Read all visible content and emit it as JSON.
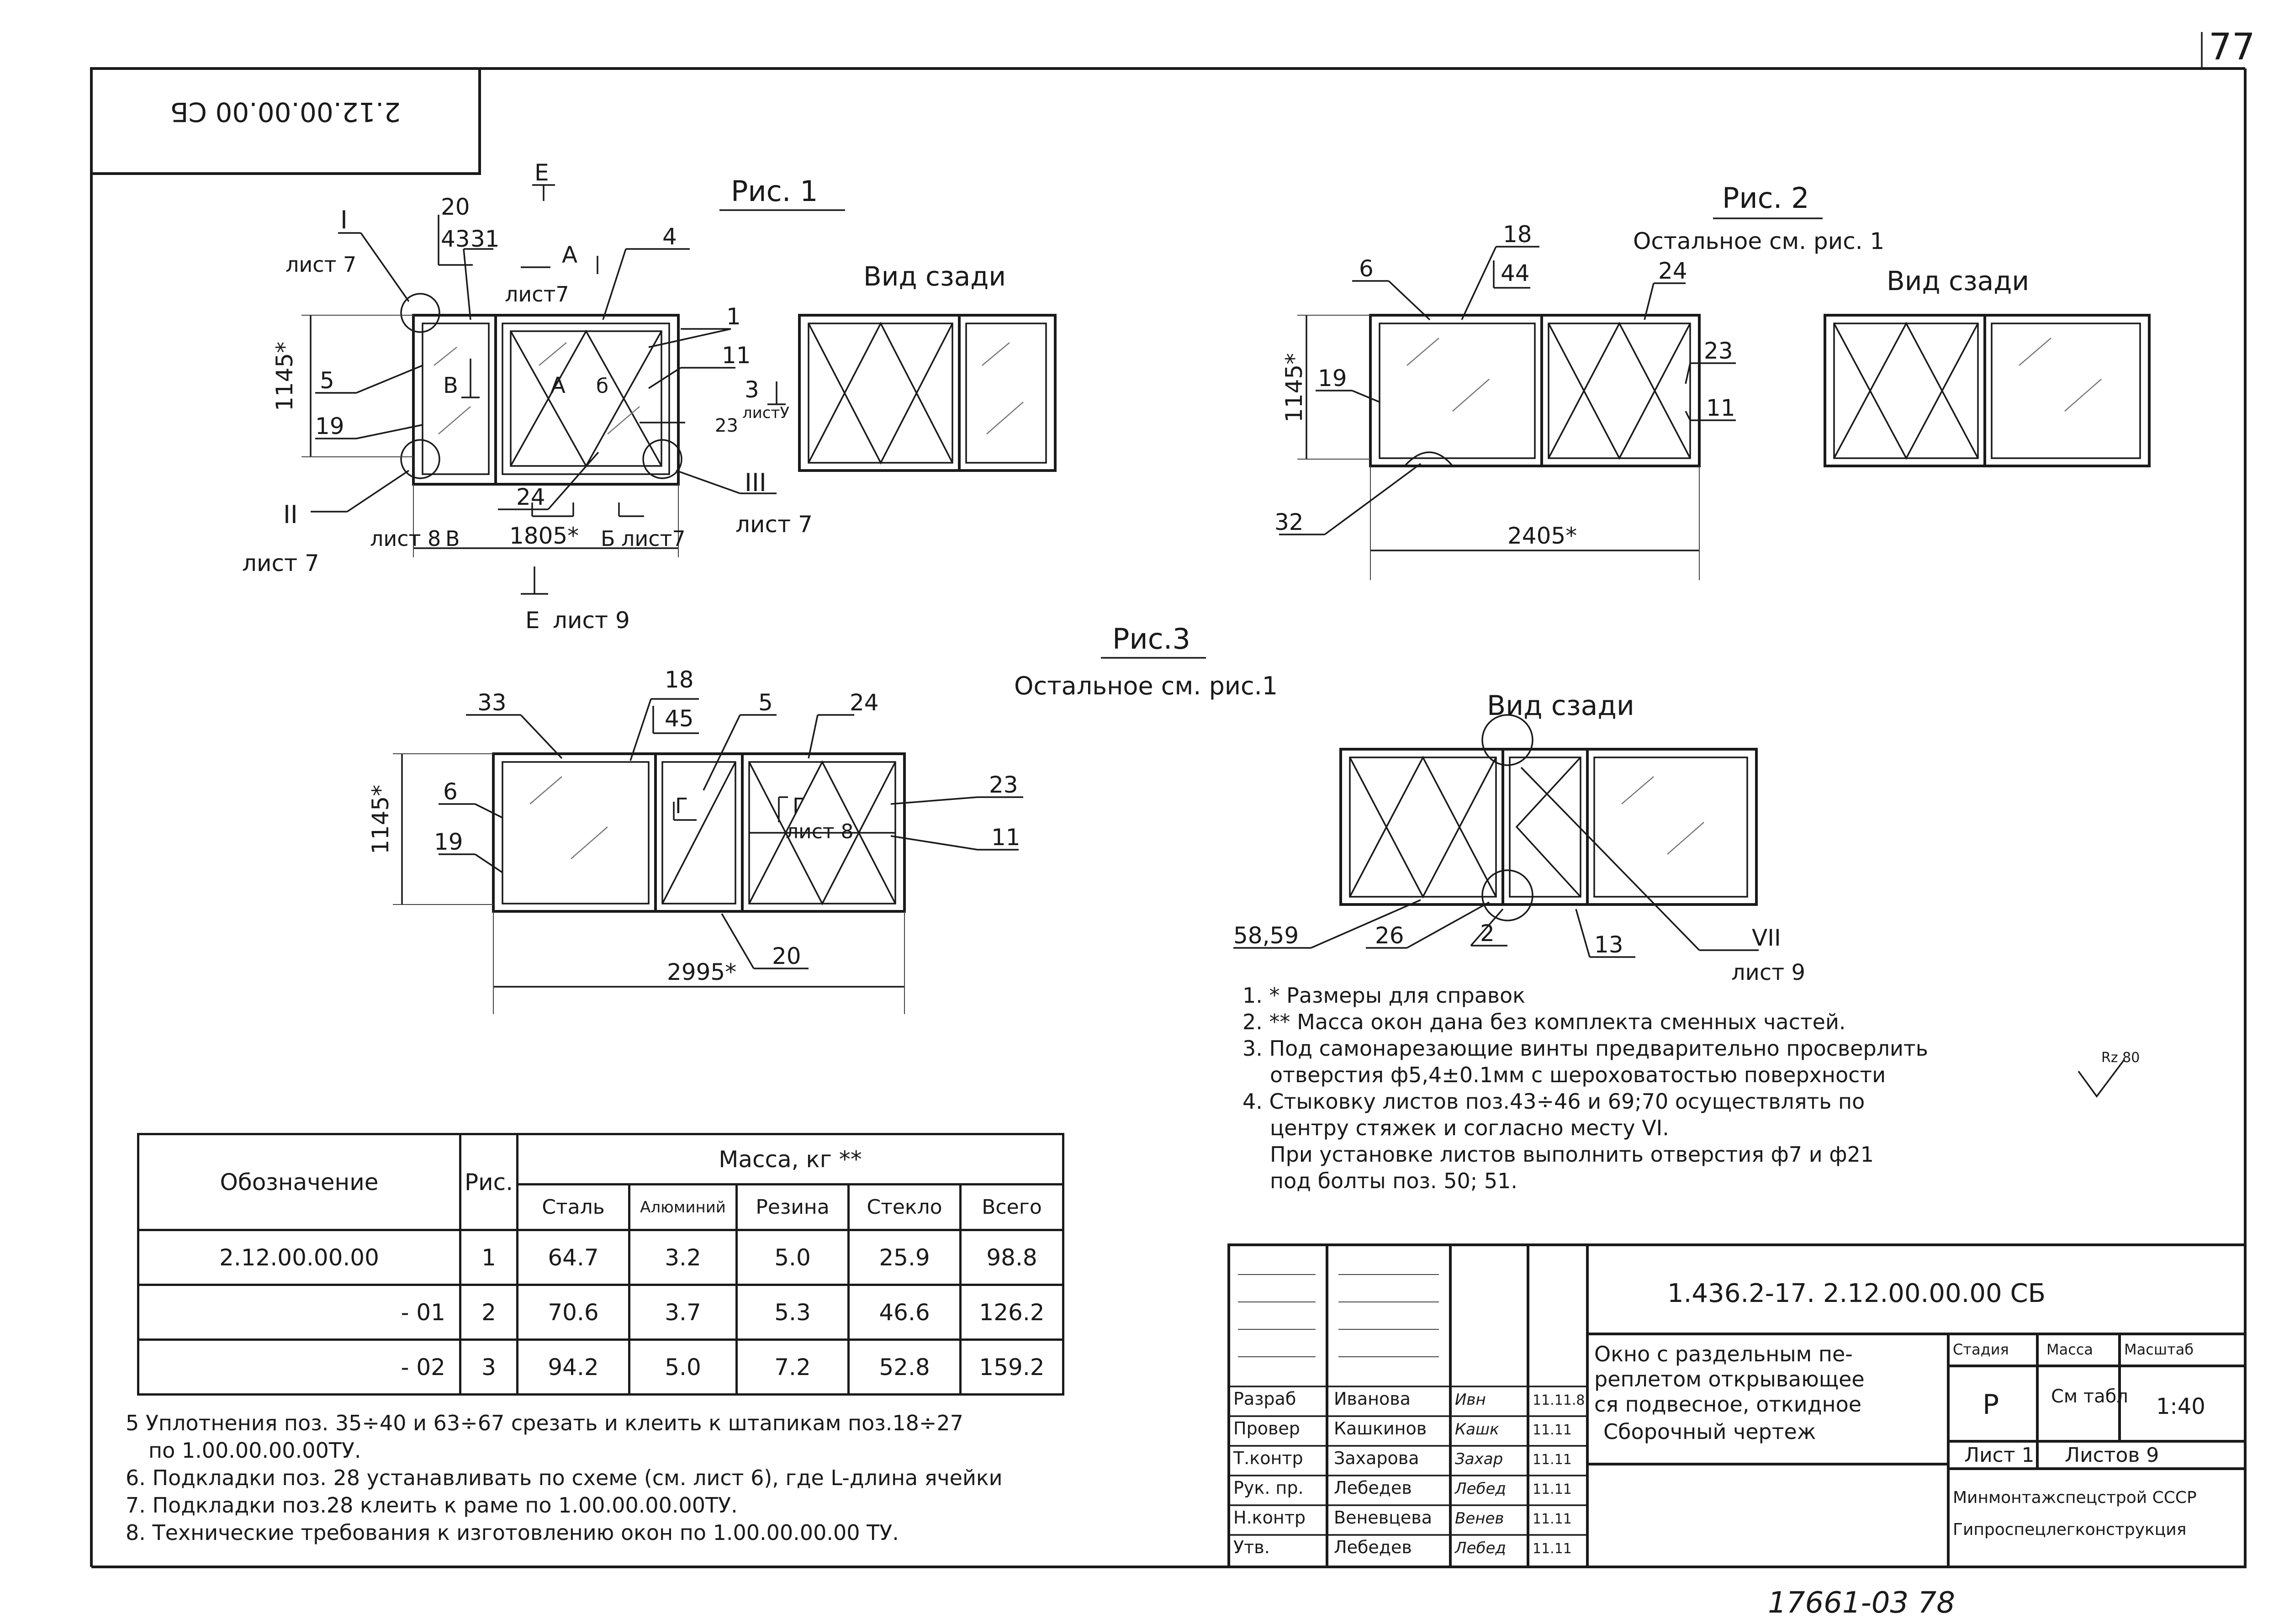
{
  "page_number": "77",
  "top_stamp": "2.12.00.00.00 СБ",
  "figures": {
    "fig1": {
      "title": "Рис. 1",
      "back_view": "Вид сзади",
      "labels": {
        "l20": "20",
        "l43": "43",
        "l31": "31",
        "l4": "4",
        "l1": "1",
        "l11": "11",
        "l5": "5",
        "l19": "19",
        "l24": "24",
        "l23": "23",
        "l3": "3",
        "i": "I",
        "ii": "II",
        "iii": "III",
        "list7a": "лист 7",
        "list7b": "лист7",
        "list7c": "лист 7",
        "list7d": "лист 7",
        "list7e": "лист7",
        "list8": "лист 8",
        "list9": "лист 9",
        "list7f": "листУ",
        "A": "А",
        "A2": "А",
        "B": "В",
        "B2": "В",
        "B3": "Б",
        "G": "б",
        "E": "Е",
        "E2": "Е"
      },
      "dim_h": "1145*",
      "dim_w": "1805*"
    },
    "fig2": {
      "title": "Рис. 2",
      "subtitle": "Остальное см. рис. 1",
      "back_view": "Вид сзади",
      "labels": {
        "l18": "18",
        "l44": "44",
        "l6": "6",
        "l24": "24",
        "l23": "23",
        "l19": "19",
        "l11": "11",
        "l32": "32"
      },
      "dim_h": "1145*",
      "dim_w": "2405*"
    },
    "fig3": {
      "title": "Рис.3",
      "subtitle": "Остальное см. рис.1",
      "back_view": "Вид сзади",
      "labels": {
        "l33": "33",
        "l18": "18",
        "l45": "45",
        "l5": "5",
        "l24": "24",
        "l23": "23",
        "l6": "6",
        "l19": "19",
        "l11": "11",
        "l20": "20",
        "G1": "Г",
        "G2": "Г",
        "list8": "лист 8",
        "l5859": "58,59",
        "l26": "26",
        "l2": "2",
        "l13": "13",
        "vii": "VII",
        "list9": "лист 9"
      },
      "dim_h": "1145*",
      "dim_w": "2995*"
    }
  },
  "notes": [
    "1. * Размеры для справок",
    "2. ** Масса окон дана без комплекта сменных частей.",
    "3. Под самонарезающие винты предварительно просверлить",
    "отверстия ф5,4±0.1мм с шероховатостью поверхности",
    "4. Стыковку листов поз.43÷46 и 69;70 осуществлять по",
    "центру стяжек и согласно месту VI.",
    "При установке листов выполнить отверстия ф7 и ф21",
    "под болты поз. 50; 51."
  ],
  "roughness": "Rz 80",
  "notes_bottom": [
    "5 Уплотнения поз. 35÷40 и 63÷67 срезать и клеить к штапикам поз.18÷27",
    "по 1.00.00.00.00ТУ.",
    "6. Подкладки поз. 28 устанавливать по схеме (см. лист 6), где L-длина ячейки",
    "7. Подкладки поз.28 клеить к раме по 1.00.00.00.00ТУ.",
    "8. Технические требования к изготовлению окон по 1.00.00.00.00 ТУ."
  ],
  "mass_table": {
    "header": {
      "designation": "Обозначение",
      "fig": "Рис.",
      "mass": "Масса, кг **",
      "cols": [
        "Сталь",
        "Алюминий",
        "Резина",
        "Стекло",
        "Всего"
      ]
    },
    "rows": [
      {
        "designation": "2.12.00.00.00",
        "fig": "1",
        "values": [
          "64.7",
          "3.2",
          "5.0",
          "25.9",
          "98.8"
        ]
      },
      {
        "designation": "- 01",
        "fig": "2",
        "values": [
          "70.6",
          "3.7",
          "5.3",
          "46.6",
          "126.2"
        ]
      },
      {
        "designation": "- 02",
        "fig": "3",
        "values": [
          "94.2",
          "5.0",
          "7.2",
          "52.8",
          "159.2"
        ]
      }
    ]
  },
  "title_block": {
    "doc_number": "1.436.2-17. 2.12.00.00.00 СБ",
    "title": [
      "Окно с раздельным пе-",
      "реплетом открывающее",
      "ся подвесное, откидное",
      "Сборочный чертеж"
    ],
    "stage_label": "Стадия",
    "mass_label": "Масса",
    "scale_label": "Масштаб",
    "stage": "Р",
    "mass": "См табл",
    "scale": "1:40",
    "sheet": "Лист 1",
    "sheets": "Листов 9",
    "org1": "Минмонтажспецстрой СССР",
    "org2": "Гипроспецлегконструкция",
    "roles": [
      {
        "role": "Разраб",
        "name": "Иванова",
        "sign": "Ивн",
        "date": "11.11.8"
      },
      {
        "role": "Провер",
        "name": "Кашкинов",
        "sign": "Кашк",
        "date": "11.11"
      },
      {
        "role": "Т.контр",
        "name": "Захарова",
        "sign": "Захар",
        "date": "11.11"
      },
      {
        "role": "Рук. пр.",
        "name": "Лебедев",
        "sign": "Лебед",
        "date": "11.11"
      },
      {
        "role": "Н.контр",
        "name": "Веневцева",
        "sign": "Венев",
        "date": "11.11"
      },
      {
        "role": "Утв.",
        "name": "Лебедев",
        "sign": "Лебед",
        "date": "11.11"
      }
    ]
  },
  "bottom_stamp": "17661-03 78"
}
